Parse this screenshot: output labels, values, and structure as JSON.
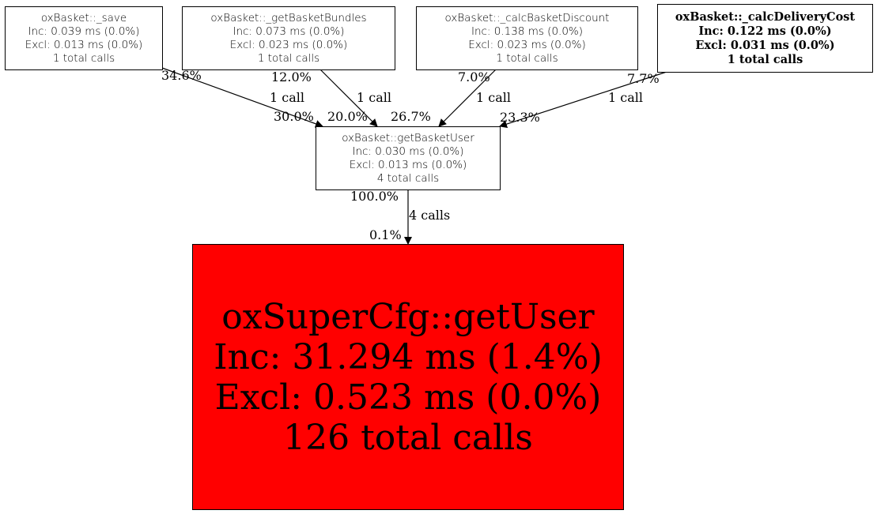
{
  "nodes": {
    "save": {
      "name": "oxBasket::_save",
      "inc": "Inc: 0.039 ms (0.0%)",
      "excl": "Excl: 0.013 ms (0.0%)",
      "calls": "1 total calls"
    },
    "bundles": {
      "name": "oxBasket::_getBasketBundles",
      "inc": "Inc: 0.073 ms (0.0%)",
      "excl": "Excl: 0.023 ms (0.0%)",
      "calls": "1 total calls"
    },
    "discount": {
      "name": "oxBasket::_calcBasketDiscount",
      "inc": "Inc: 0.138 ms (0.0%)",
      "excl": "Excl: 0.023 ms (0.0%)",
      "calls": "1 total calls"
    },
    "delivery": {
      "name": "oxBasket::_calcDeliveryCost",
      "inc": "Inc: 0.122 ms (0.0%)",
      "excl": "Excl: 0.031 ms (0.0%)",
      "calls": "1 total calls"
    },
    "basketuser": {
      "name": "oxBasket::getBasketUser",
      "inc": "Inc: 0.030 ms (0.0%)",
      "excl": "Excl: 0.013 ms (0.0%)",
      "calls": "4 total calls"
    },
    "getuser": {
      "name": "oxSuperCfg::getUser",
      "inc": "Inc: 31.294 ms (1.4%)",
      "excl": "Excl: 0.523 ms (0.0%)",
      "calls": "126 total calls",
      "color": "#ff0000"
    }
  },
  "edges": {
    "save": {
      "tail": "34.6%",
      "label": "1 call",
      "head": "30.0%"
    },
    "bundles": {
      "tail": "12.0%",
      "label": "1 call",
      "head": "20.0%"
    },
    "discount": {
      "tail": "7.0%",
      "label": "1 call",
      "head": "26.7%"
    },
    "delivery": {
      "tail": "7.7%",
      "label": "1 call",
      "head": "23.3%"
    },
    "basketuser": {
      "tail": "100.0%",
      "label": "4 calls",
      "head": "0.1%"
    }
  }
}
